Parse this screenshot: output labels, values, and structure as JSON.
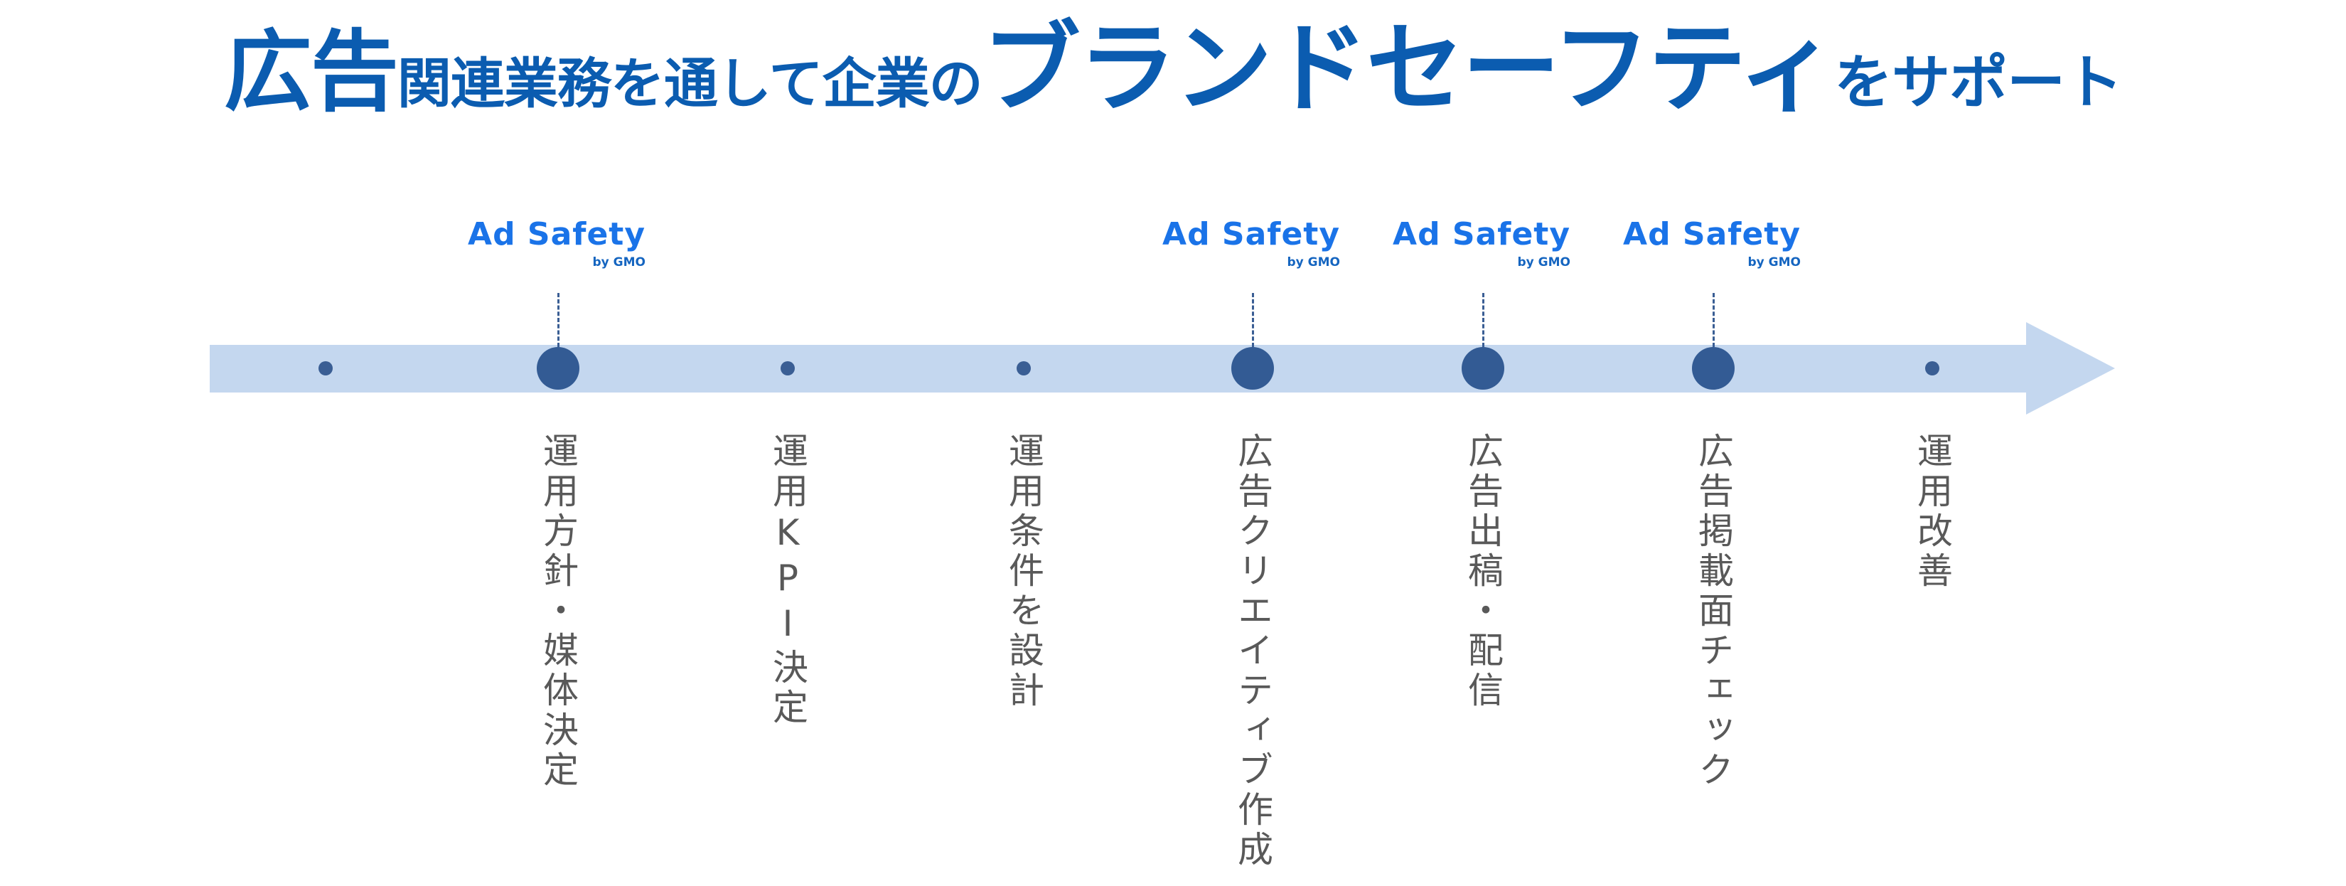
{
  "headline": {
    "part1": "広告",
    "part2": "関連業務を通して企業の",
    "part3": "ブランドセーフティ",
    "part4": "をサポート"
  },
  "logo": {
    "main": "Ad Safety",
    "sub": "by GMO"
  },
  "colors": {
    "headline": "#0b5cb0",
    "band": "#c4d7ef",
    "dot": "#335b94",
    "logo": "#1a73e8",
    "label": "#595959"
  },
  "steps": [
    {
      "label": "運用方針・媒体決定"
    },
    {
      "label": "運用KPI決定"
    },
    {
      "label": "運用条件を設計"
    },
    {
      "label": "広告クリエイティブ作成"
    },
    {
      "label": "広告出稿・配信"
    },
    {
      "label": "広告掲載面チェック"
    },
    {
      "label": "運用改善"
    }
  ]
}
